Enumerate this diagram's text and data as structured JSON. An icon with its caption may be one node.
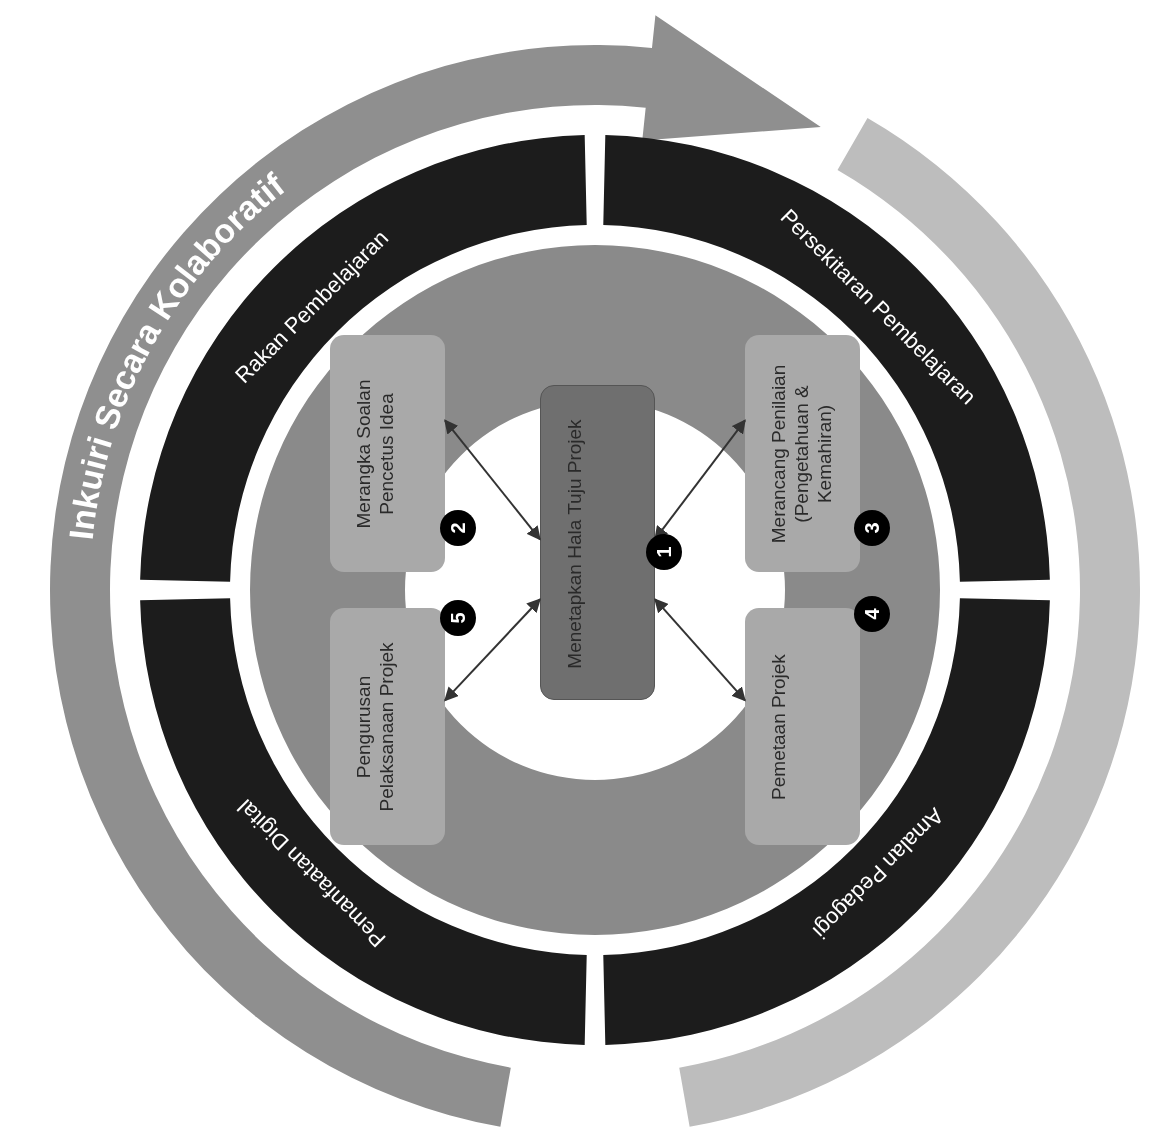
{
  "diagram": {
    "nodes": [
      {
        "text": [
          "Rakan Pembelajaran"
        ]
      },
      {
        "text": [
          "Persekitaran Pembelajaran"
        ]
      },
      {
        "text": [
          "Pemanfaatan Digital"
        ]
      },
      {
        "text": [
          "Amalan Pedagogi"
        ]
      },
      {
        "text": [
          "Merangka Soalan Pencetus Idea"
        ],
        "beside": [
          "2"
        ]
      },
      {
        "text": [
          "Menetapkan Hala Tuju Projek"
        ],
        "beside": [
          "1"
        ]
      },
      {
        "text": [
          "Merancang Penilaian (Pengetahuan & Kemahiran)"
        ],
        "beside": [
          "3"
        ]
      },
      {
        "text": [
          "Pengurusan Pelaksanaan Projek"
        ],
        "beside": [
          "5"
        ]
      },
      {
        "text": [
          "Pemetaan Projek"
        ],
        "beside": [
          "4"
        ]
      }
    ],
    "edges": [
      {
        "from": 5,
        "to": 4,
        "arrow": "both"
      },
      {
        "from": 5,
        "to": 6,
        "arrow": "both"
      },
      {
        "from": 5,
        "to": 7,
        "arrow": "both"
      },
      {
        "from": 5,
        "to": 8,
        "arrow": "both"
      }
    ],
    "labels": [
      "Inkuiri Secara Kolaboratif"
    ]
  }
}
